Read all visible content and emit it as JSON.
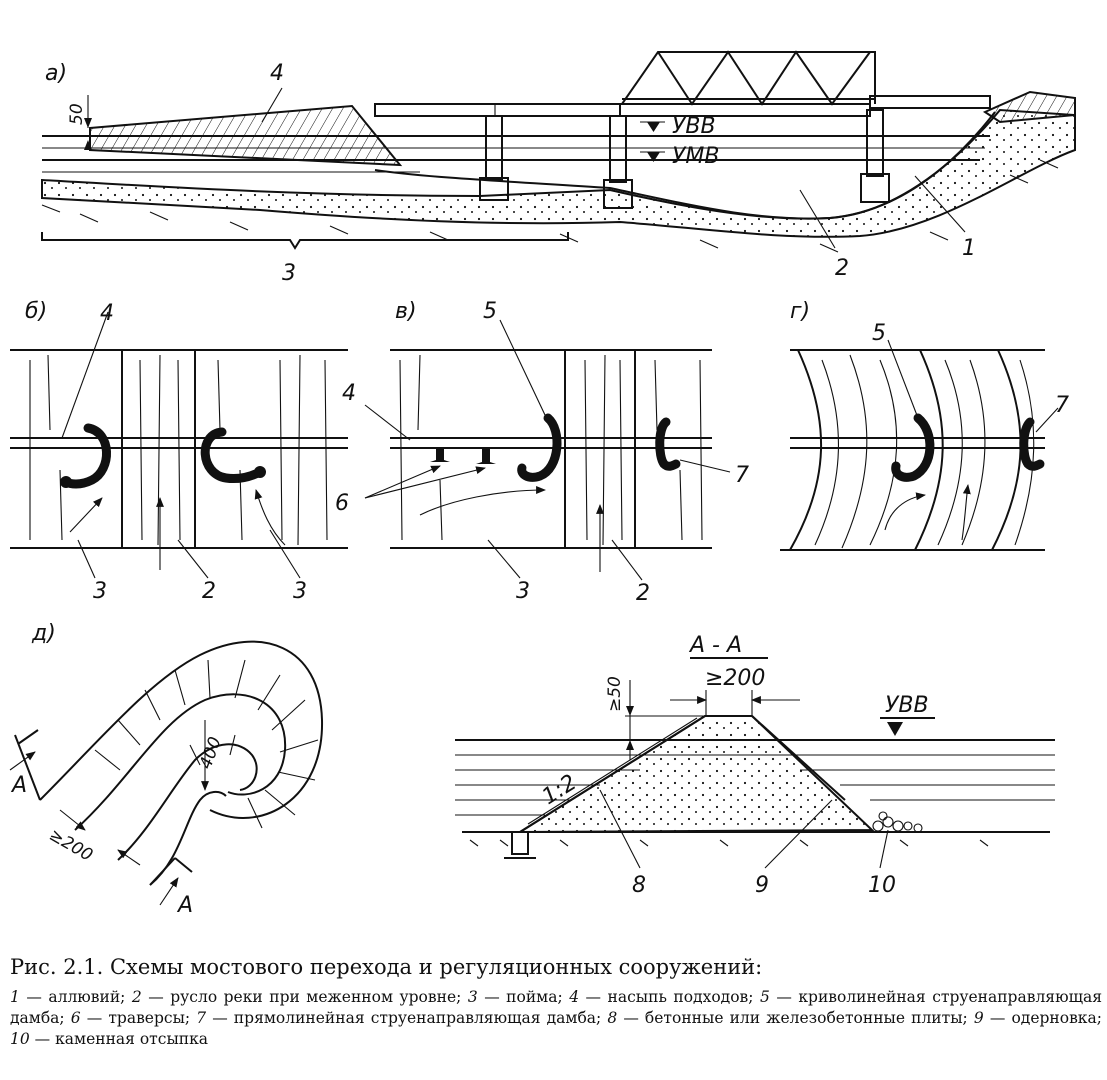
{
  "panels": {
    "a": {
      "letter": "а)",
      "dim_50": "50",
      "uvv": "УВВ",
      "umv": "УМВ",
      "n1": "1",
      "n2": "2",
      "n3": "3",
      "n4": "4"
    },
    "b": {
      "letter": "б)",
      "n4": "4",
      "n3_left": "3",
      "n2": "2",
      "n3_right": "3"
    },
    "v": {
      "letter": "в)",
      "n4": "4",
      "n5": "5",
      "n6": "6",
      "n7": "7",
      "n3": "3",
      "n2": "2"
    },
    "g": {
      "letter": "г)",
      "n5": "5",
      "n7": "7"
    },
    "d": {
      "letter": "д)",
      "sec_a1": "А",
      "sec_a2": "А",
      "dim_400": "400",
      "dim_200": "≥200"
    },
    "section": {
      "title": "А - А",
      "dim_200": "≥200",
      "dim_50": "≥50",
      "slope": "1:2",
      "uvv": "УВВ",
      "n8": "8",
      "n9": "9",
      "n10": "10"
    }
  },
  "caption": {
    "title": "Рис. 2.1. Схемы мостового перехода и регуляционных сооружений:",
    "legend": [
      {
        "num": "1",
        "text": "аллювий;"
      },
      {
        "num": "2",
        "text": "русло реки при меженном уровне;"
      },
      {
        "num": "3",
        "text": "пойма;"
      },
      {
        "num": "4",
        "text": "насыпь подходов;"
      },
      {
        "num": "5",
        "text": "криволинейная струенаправляющая дамба;"
      },
      {
        "num": "6",
        "text": "траверсы;"
      },
      {
        "num": "7",
        "text": "прямолинейная струенаправляющая дамба;"
      },
      {
        "num": "8",
        "text": "бетонные или железобетонные плиты;"
      },
      {
        "num": "9",
        "text": "одерновка;"
      },
      {
        "num": "10",
        "text": "каменная отсыпка"
      }
    ]
  }
}
